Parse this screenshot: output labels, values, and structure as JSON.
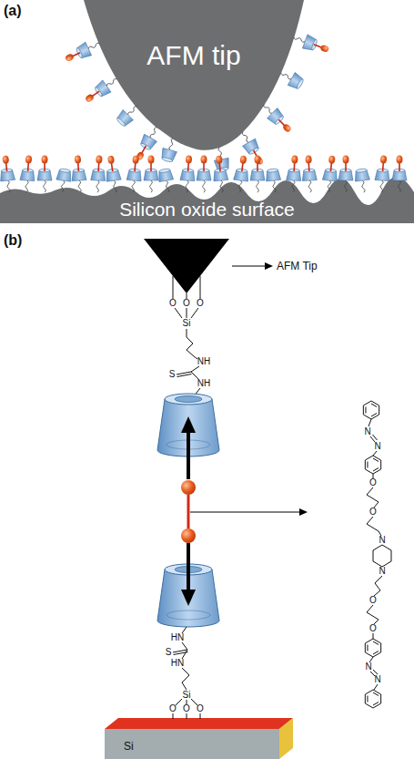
{
  "diagram": {
    "nodes": [
      {
        "text": [
          "AFM tip"
        ]
      },
      {
        "text": [
          "Silicon oxide surface"
        ]
      },
      {
        "text": [
          "Si"
        ]
      }
    ],
    "labels": [
      "(a)",
      "(b)",
      "AFM Tip",
      "O",
      "O",
      "O",
      "Si",
      "NH",
      "S",
      "NH",
      "HN",
      "S",
      "HN",
      "Si",
      "O",
      "O",
      "O",
      "N",
      "N",
      "O",
      "O",
      "N",
      "N",
      "O",
      "O",
      "N",
      "N"
    ]
  }
}
